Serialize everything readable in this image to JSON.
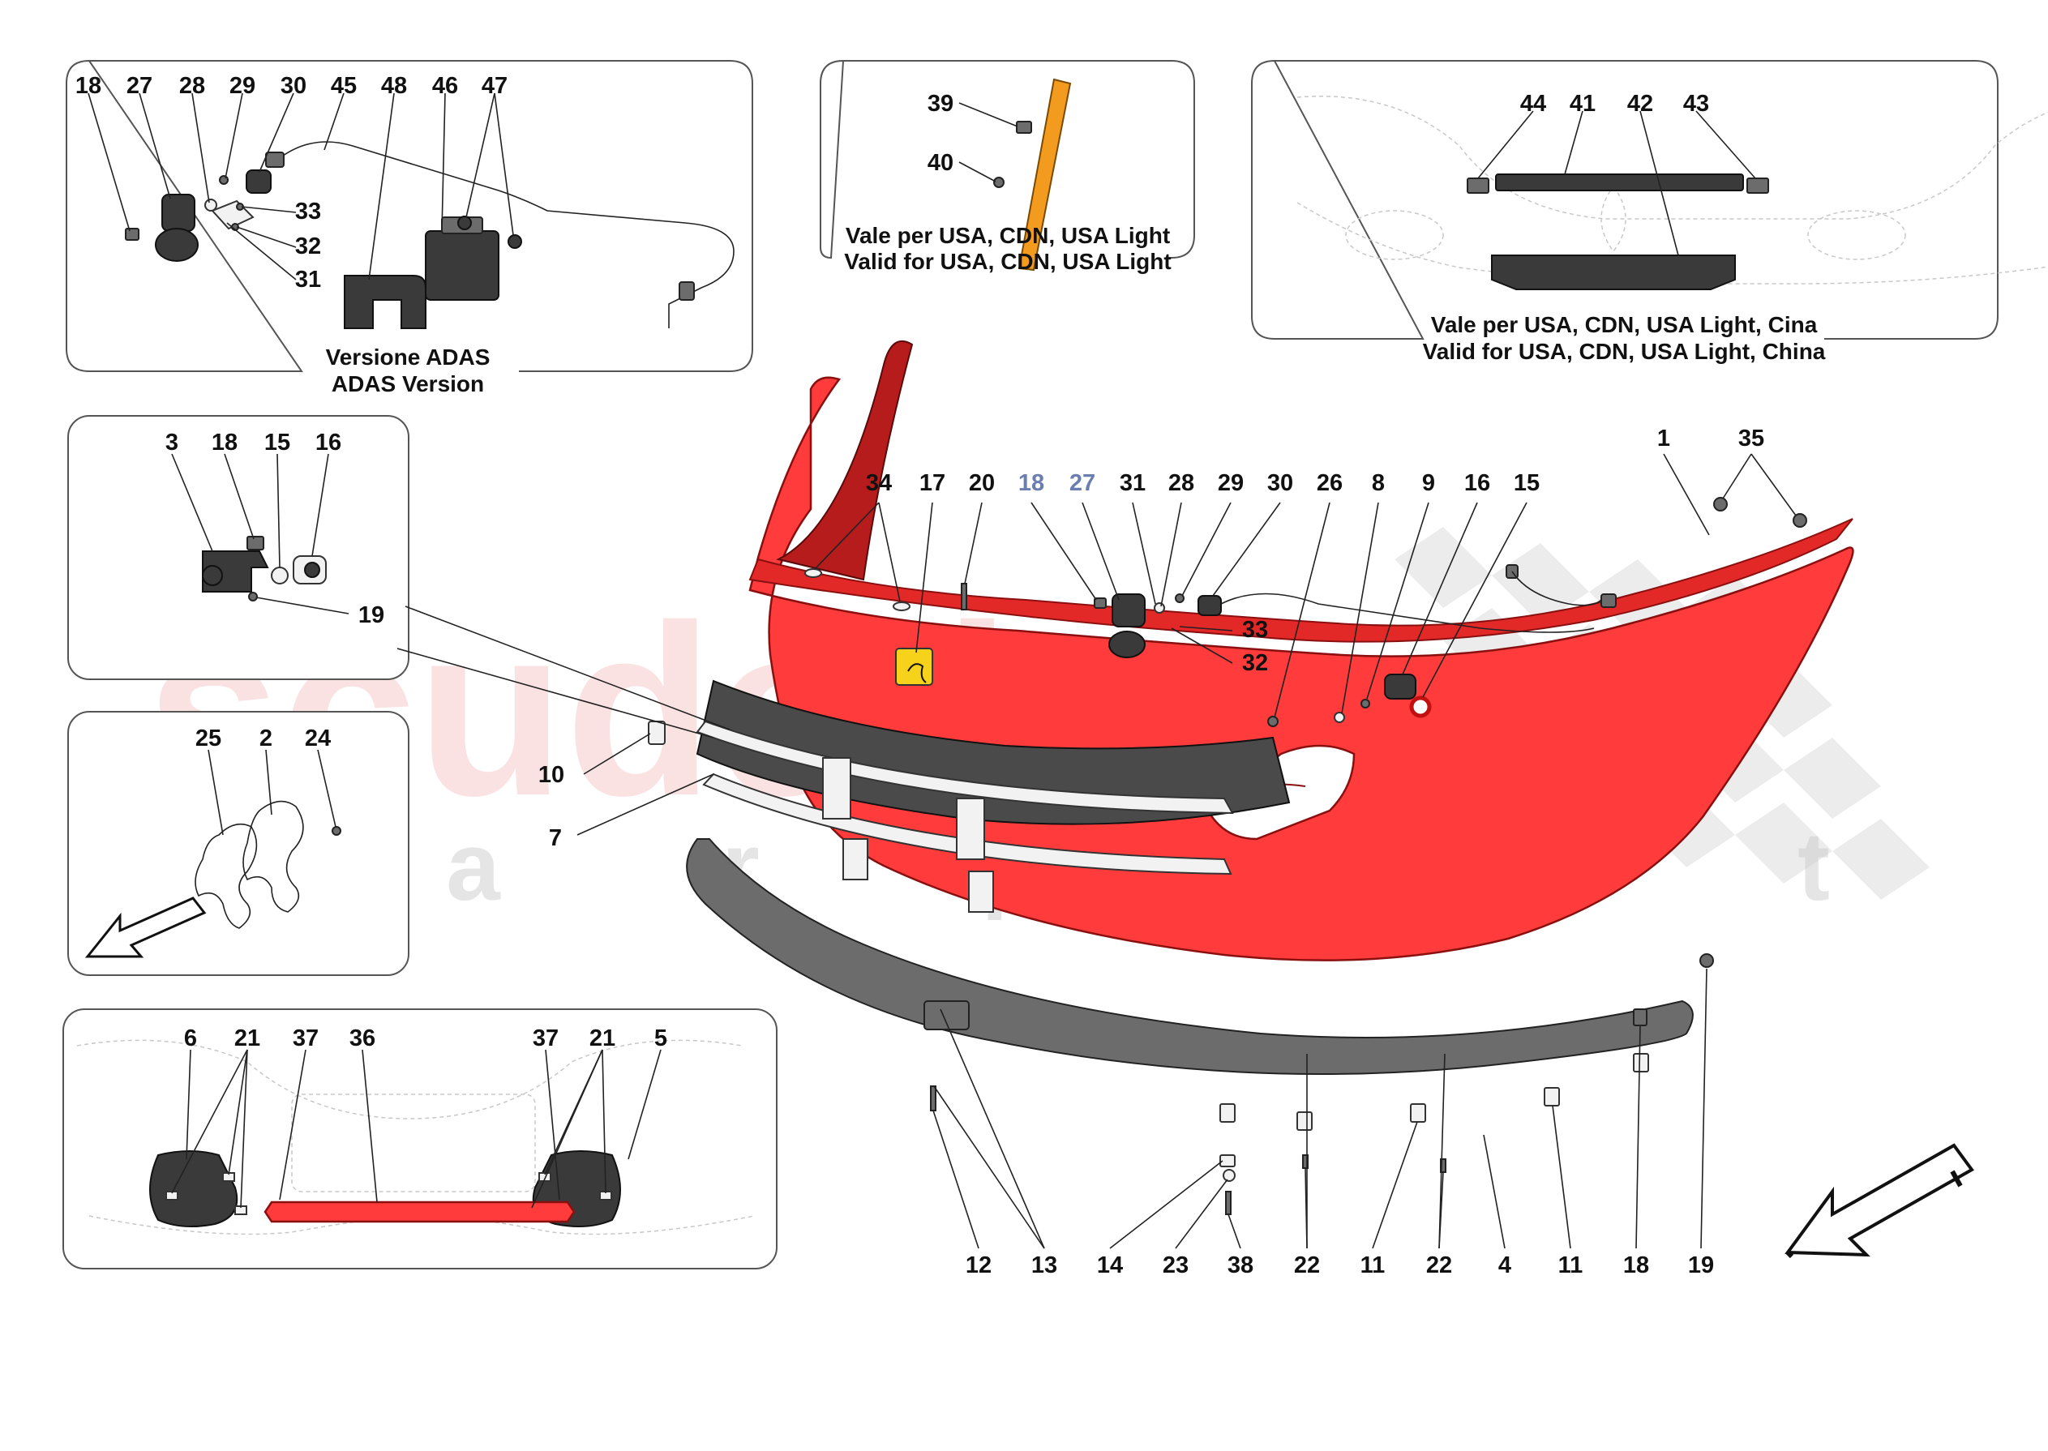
{
  "watermark": {
    "main": "scuderia",
    "sub": "c a r p a r t s"
  },
  "panels": {
    "adas": {
      "caption_line1": "Versione ADAS",
      "caption_line2": "ADAS Version"
    },
    "usa_reflector": {
      "caption_line1": "Vale per USA, CDN, USA Light",
      "caption_line2": "Valid for USA, CDN, USA Light"
    },
    "usa_china": {
      "caption_line1": "Vale per USA, CDN, USA Light, Cina",
      "caption_line2": "Valid for USA, CDN, USA Light, China"
    }
  },
  "callouts": {
    "adas": [
      "18",
      "27",
      "28",
      "29",
      "30",
      "45",
      "48",
      "46",
      "47",
      "33",
      "32",
      "31"
    ],
    "reflector": [
      "39",
      "40"
    ],
    "usa_china": [
      "44",
      "41",
      "42",
      "43"
    ],
    "sensor": [
      "3",
      "18",
      "15",
      "16",
      "19"
    ],
    "badge": [
      "25",
      "2",
      "24"
    ],
    "ducts": [
      "6",
      "21",
      "37",
      "36",
      "37",
      "21",
      "5"
    ],
    "main_top": [
      "1",
      "35",
      "34",
      "17",
      "20",
      "18",
      "27",
      "31",
      "28",
      "29",
      "30",
      "26",
      "8",
      "9",
      "16",
      "15",
      "33",
      "32"
    ],
    "main_side": [
      "10",
      "7"
    ],
    "main_bottom": [
      "12",
      "13",
      "14",
      "23",
      "38",
      "22",
      "11",
      "22",
      "4",
      "11",
      "18",
      "19"
    ]
  },
  "colors": {
    "bumper_red": "#ff3b3b",
    "panel_border": "#555555",
    "part_dark": "#3a3a3a"
  }
}
